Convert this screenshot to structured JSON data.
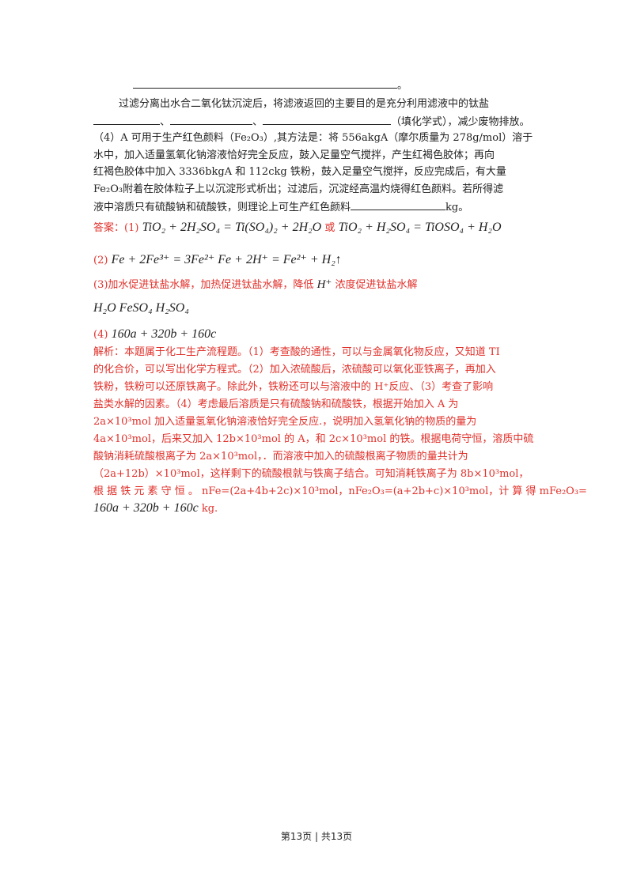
{
  "top_line_end": "。",
  "p1": "过滤分离出水合二氧化钛沉淀后，将滤液返回的主要目的是充分利用滤液中的钛盐",
  "p2_sep1": "、",
  "p2_sep2": "、",
  "p2_tail": "（填化学式），减少废物排放。",
  "q4_l1": "（4）A 可用于生产红色颜料（Fe₂O₃）,其方法是：将 556akgA（摩尔质量为 278g/mol）溶于",
  "q4_l2": "水中，加入适量氢氧化钠溶液恰好完全反应，鼓入足量空气搅拌，产生红褐色胶体；再向",
  "q4_l3": "红褐色胶体中加入 3336bkgA 和 112ckg 铁粉，鼓入足量空气搅拌，反应完成后，有大量",
  "q4_l4": "Fe₂O₃附着在胶体粒子上以沉淀形式析出；过滤后，沉淀经高温灼烧得红色颜料。若所得滤",
  "q4_l5_a": "液中溶质只有硫酸钠和硫酸铁，则理论上可生产红色颜料",
  "q4_l5_b": "kg。",
  "ans_label": "答案：(1)",
  "ans1_eq1": "TiO₂ + 2H₂SO₄ = Ti(SO₄)₂ + 2H₂O",
  "ans1_or": "或",
  "ans1_eq2": "TiO₂ + H₂SO₄ = TiOSO₄ + H₂O",
  "ans2_label": "(2)",
  "ans2_eq": "Fe + 2Fe³⁺ = 3Fe²⁺  Fe + 2H⁺ = Fe²⁺ + H₂↑",
  "ans3_a": "(3)加水促进钛盐水解，加热促进钛盐水解，降低",
  "ans3_h": "H⁺",
  "ans3_b": "浓度促进钛盐水解",
  "ans3_formulas": "H₂O  FeSO₄  H₂SO₄",
  "ans4_label": "(4)",
  "ans4_expr": "160a + 320b + 160c",
  "exp_l1": "解析：本题属于化工生产流程题。（1）考查酸的通性，可以与金属氧化物反应，又知道 TI",
  "exp_l2": "的化合价，可以写出化学方程式。（2）加入浓硫酸后，浓硫酸可以氧化亚铁离子，再加入",
  "exp_l3": "铁粉，铁粉可以还原铁离子。除此外，铁粉还可以与溶液中的 H⁺反应、（3）考查了影响",
  "exp_l4": "盐类水解的因素。（4）考虑最后溶质是只有硫酸钠和硫酸铁，根据开始加入 A 为",
  "exp_l5": "2a×10³mol 加入适量氢氧化钠溶液恰好完全反应.，说明加入氢氧化钠的物质的量为",
  "exp_l6": "4a×10³mol，后来又加入 12b×10³mol 的 A，和 2c×10³mol 的铁。根据电荷守恒，溶质中硫",
  "exp_l7": "酸钠消耗硫酸根离子为 2a×10³mol，．而溶液中加入的硫酸根离子物质的量共计为",
  "exp_l8": "（2a+12b）×10³mol，这样剩下的硫酸根就与铁离子结合。可知消耗铁离子为 8b×10³mol，",
  "exp_l9": "根 据 铁 元 素 守 恒 。 nFe=(2a+4b+2c)×10³mol，nFe₂O₃=(a+2b+c)×10³mol，计 算 得 mFe₂O₃=",
  "exp_l10_expr": "160a + 320b + 160c",
  "exp_l10_tail": "kg.",
  "footer": "第13页 | 共13页"
}
